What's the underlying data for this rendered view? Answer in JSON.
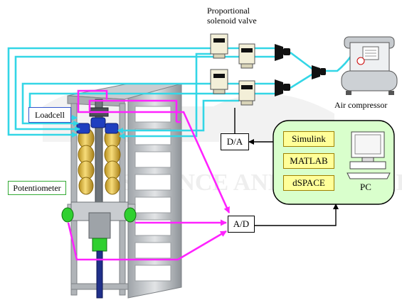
{
  "labels": {
    "valve_line1": "Proportional",
    "valve_line2": "solenoid valve",
    "compressor": "Air compressor",
    "loadcell": "Loadcell",
    "potentiometer": "Potentiometer",
    "da": "D/A",
    "ad": "A/D",
    "pc": "PC",
    "simulink": "Simulink",
    "matlab": "MATLAB",
    "dspace": "dSPACE"
  },
  "watermark": "SCIENCE AND TECHNOLOGY",
  "colors": {
    "air_line": "#33d6e6",
    "signal_line": "#ff22ff",
    "control_line": "#000000",
    "pc_panel": "#d9ffcc",
    "software_box": "#ffff99",
    "software_border": "#a08000",
    "loadcell_border": "#3355cc",
    "potentiometer_border": "#33aa33",
    "frame": "#b8bcc0",
    "muscle": "#e6c25a",
    "fitting": "#1f3fbf"
  }
}
